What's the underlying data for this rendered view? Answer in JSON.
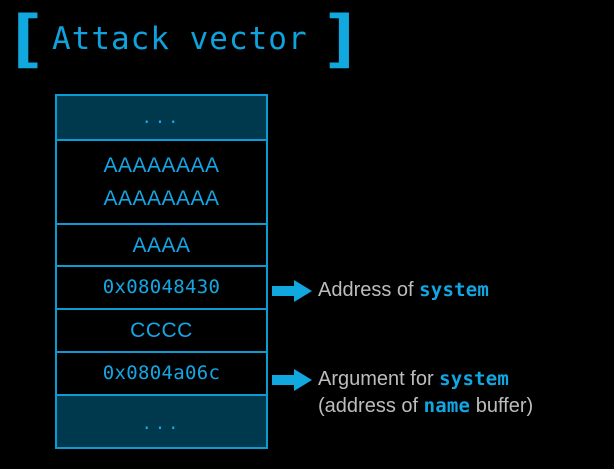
{
  "page": {
    "background": "#000000",
    "accent_cyan": "#11a8e0",
    "fill_teal": "#00394e",
    "annotation_gray": "#bdbdbd"
  },
  "title": {
    "bracket_left": "[",
    "label": "Attack vector",
    "bracket_right": "]"
  },
  "stack": {
    "rows": [
      {
        "id": "top-ellipsis",
        "text": "...",
        "filled": true
      },
      {
        "id": "padding-a8",
        "text": "AAAAAAAA\nAAAAAAAA",
        "filled": false
      },
      {
        "id": "padding-a4",
        "text": "AAAA",
        "filled": false
      },
      {
        "id": "system-addr",
        "text": "0x08048430",
        "filled": false
      },
      {
        "id": "return-cccc",
        "text": "CCCC",
        "filled": false
      },
      {
        "id": "arg-addr",
        "text": "0x0804a06c",
        "filled": false
      },
      {
        "id": "bottom-ellipsis",
        "text": "...",
        "filled": true
      }
    ]
  },
  "annotations": [
    {
      "id": "system-address",
      "line1_pre": "Address of ",
      "line1_code": "system",
      "line1_post": "",
      "line2_pre": "",
      "line2_code": "",
      "line2_post": ""
    },
    {
      "id": "system-argument",
      "line1_pre": "Argument for ",
      "line1_code": "system",
      "line1_post": "",
      "line2_pre": "(address of ",
      "line2_code": "name",
      "line2_post": " buffer)"
    }
  ],
  "icons": {
    "arrow_right": "arrow-right-icon"
  }
}
